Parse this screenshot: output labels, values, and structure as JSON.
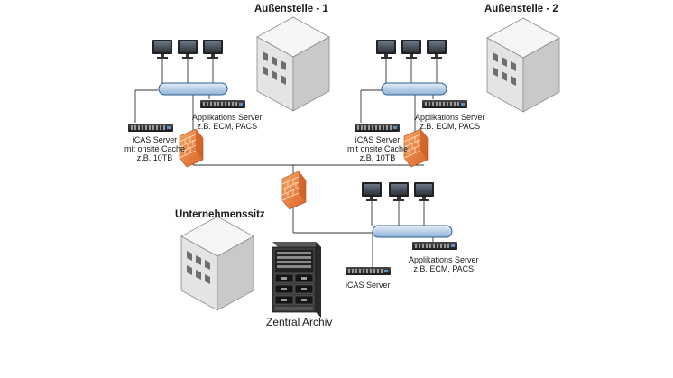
{
  "sites": {
    "site1": {
      "title": "Außenstelle - 1"
    },
    "site2": {
      "title": "Außenstelle - 2"
    },
    "hq": {
      "title": "Unternehmenssitz"
    }
  },
  "labels": {
    "app_server_site1": [
      "Applikations Server",
      "z.B. ECM, PACS"
    ],
    "app_server_site2": [
      "Applikations Server",
      "z.B. ECM, PACS"
    ],
    "app_server_hq": [
      "Applikations Server",
      "z.B. ECM, PACS"
    ],
    "icas_site1": [
      "iCAS Server",
      "mit onsite Cache",
      "z.B. 10TB"
    ],
    "icas_site2": [
      "iCAS Server",
      "mit onsite Cache",
      "z.B. 10TB"
    ],
    "icas_hq": "iCAS Server",
    "archive": "Zentral Archiv"
  },
  "colors": {
    "switch_fill": "#bcd3ea",
    "switch_stroke": "#2f5f8f",
    "firewall": "#e8803a",
    "building": "#e9e9e9",
    "line": "#333333"
  }
}
